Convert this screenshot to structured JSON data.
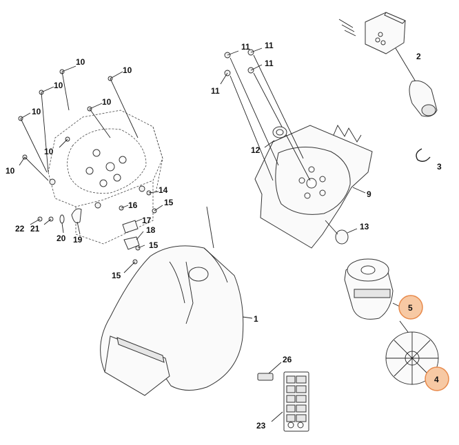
{
  "diagram": {
    "callouts": [
      {
        "id": "c1",
        "text": "1"
      },
      {
        "id": "c2",
        "text": "2"
      },
      {
        "id": "c3",
        "text": "3"
      },
      {
        "id": "c4",
        "text": "4",
        "highlight": true
      },
      {
        "id": "c5",
        "text": "5",
        "highlight": true
      },
      {
        "id": "c9",
        "text": "9"
      },
      {
        "id": "c10a",
        "text": "10"
      },
      {
        "id": "c10b",
        "text": "10"
      },
      {
        "id": "c10c",
        "text": "10"
      },
      {
        "id": "c10d",
        "text": "10"
      },
      {
        "id": "c10e",
        "text": "10"
      },
      {
        "id": "c10f",
        "text": "10"
      },
      {
        "id": "c10g",
        "text": "10"
      },
      {
        "id": "c11a",
        "text": "11"
      },
      {
        "id": "c11b",
        "text": "11"
      },
      {
        "id": "c11c",
        "text": "11"
      },
      {
        "id": "c11d",
        "text": "11"
      },
      {
        "id": "c12",
        "text": "12"
      },
      {
        "id": "c13",
        "text": "13"
      },
      {
        "id": "c14",
        "text": "14"
      },
      {
        "id": "c15a",
        "text": "15"
      },
      {
        "id": "c15b",
        "text": "15"
      },
      {
        "id": "c15c",
        "text": "15"
      },
      {
        "id": "c16",
        "text": "16"
      },
      {
        "id": "c17",
        "text": "17"
      },
      {
        "id": "c18",
        "text": "18"
      },
      {
        "id": "c19",
        "text": "19"
      },
      {
        "id": "c20",
        "text": "20"
      },
      {
        "id": "c21",
        "text": "21"
      },
      {
        "id": "c22",
        "text": "22"
      },
      {
        "id": "c23",
        "text": "23"
      },
      {
        "id": "c26",
        "text": "26"
      }
    ],
    "highlight_color": "#f7c9a4",
    "highlight_stroke": "#e8894a"
  }
}
